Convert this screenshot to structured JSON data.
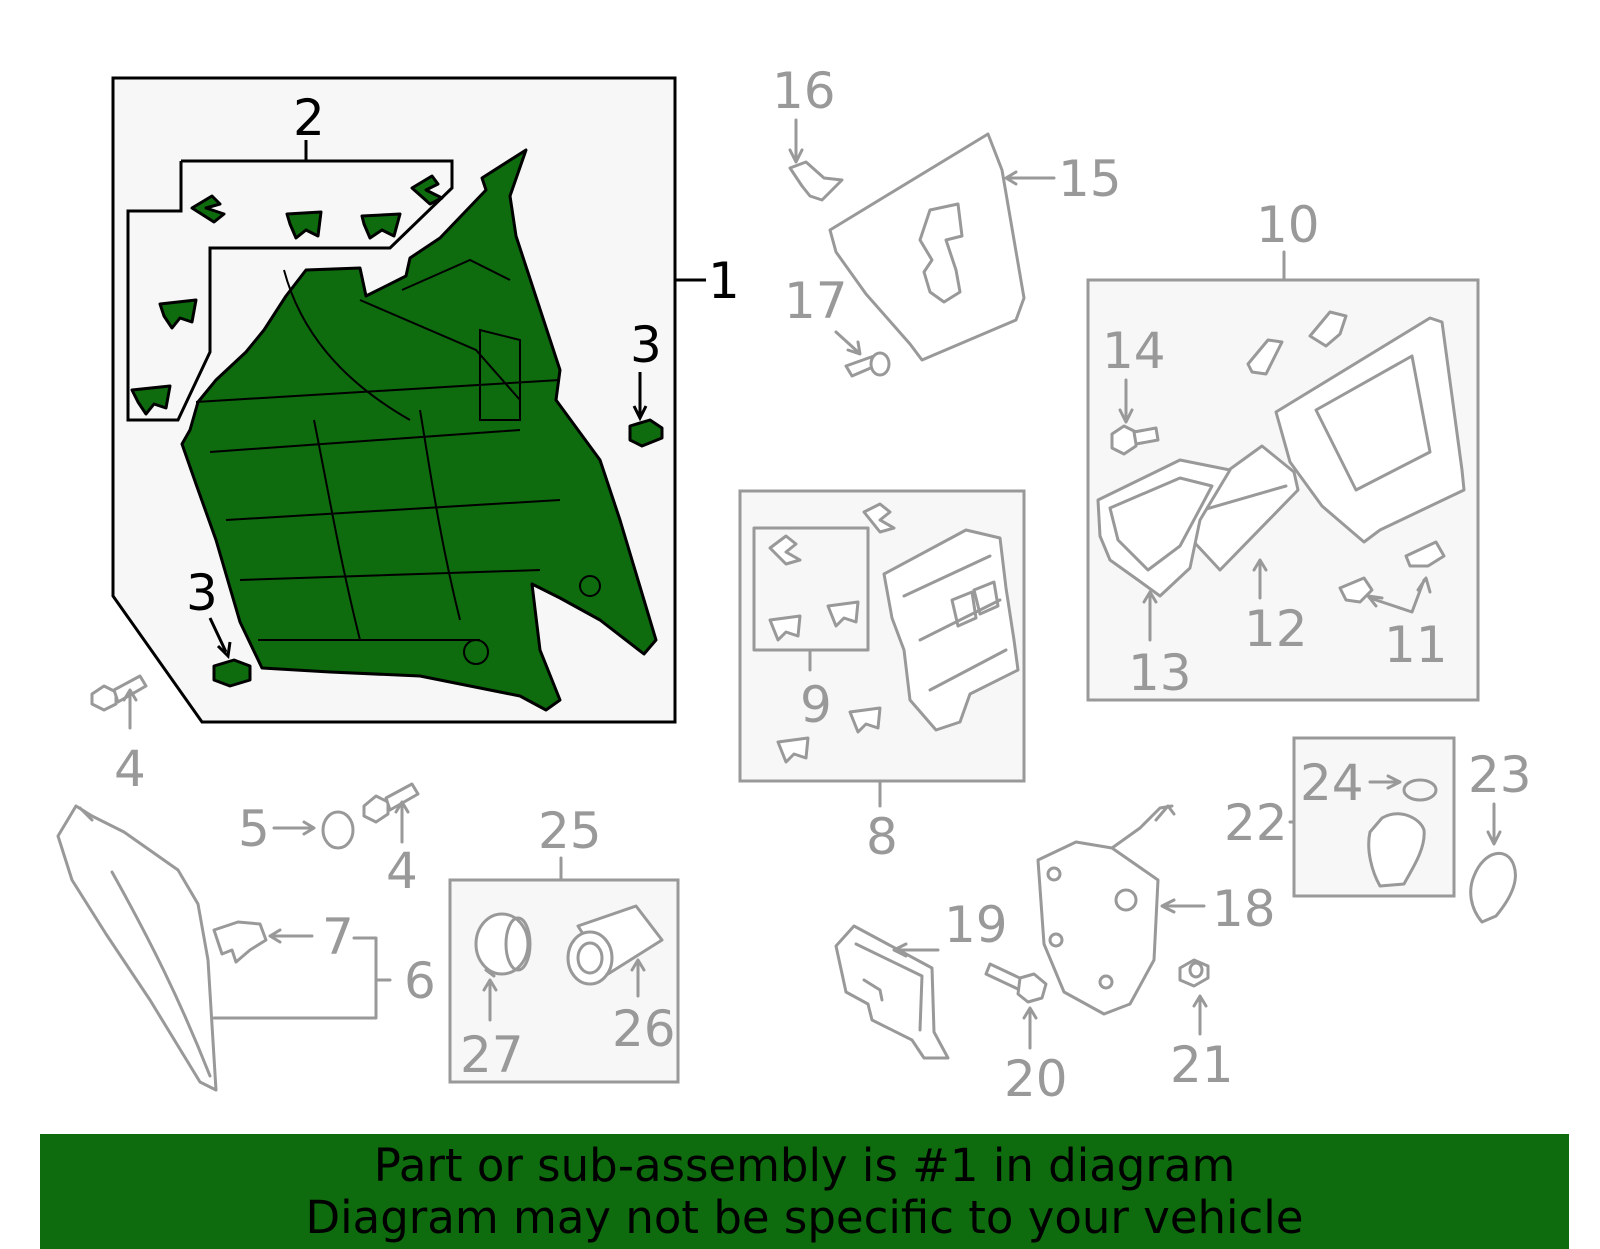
{
  "colors": {
    "highlight": "#0e6b0e",
    "gray_line": "#999999",
    "box_fill": "#f7f7f7",
    "black": "#000000"
  },
  "callouts": {
    "c1": "1",
    "c2": "2",
    "c3a": "3",
    "c3b": "3",
    "c4a": "4",
    "c4b": "4",
    "c5": "5",
    "c6": "6",
    "c7": "7",
    "c8": "8",
    "c9": "9",
    "c10": "10",
    "c11": "11",
    "c12": "12",
    "c13": "13",
    "c14": "14",
    "c15": "15",
    "c16": "16",
    "c17": "17",
    "c18": "18",
    "c19": "19",
    "c20": "20",
    "c21": "21",
    "c22": "22",
    "c23": "23",
    "c24": "24",
    "c25": "25",
    "c26": "26",
    "c27": "27"
  },
  "highlighted_part": "1",
  "footer": {
    "line1": "Part or sub-assembly is #1 in diagram",
    "line2": "Diagram may not be specific to your vehicle"
  }
}
